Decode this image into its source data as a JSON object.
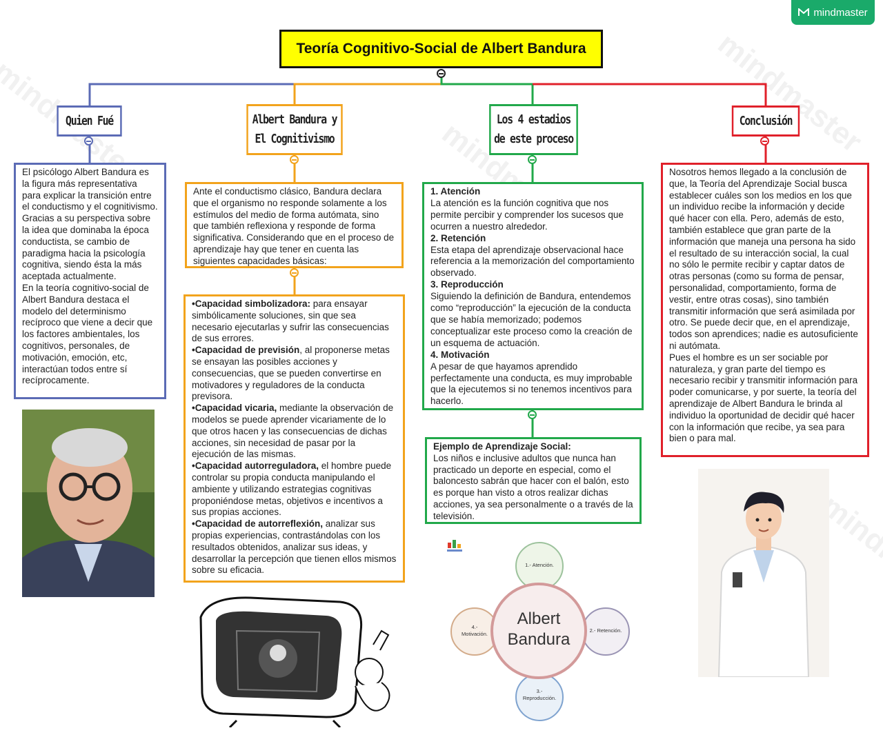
{
  "brand": {
    "label": "mindmaster",
    "watermark": "mindmaster"
  },
  "title": "Teoría Cognitivo-Social de Albert Bandura",
  "colors": {
    "blue": "#5b6bb5",
    "orange": "#f2a31c",
    "green": "#21a84a",
    "red": "#e0202a",
    "yellow": "#ffff00"
  },
  "branches": {
    "quien": {
      "title": "Quien Fué",
      "text": "El psicólogo Albert Bandura es la figura más representativa para explicar la transición entre el conductismo y el cognitivismo. Gracias a su perspectiva sobre la idea que dominaba la época conductista, se cambio de paradigma hacia la psicología cognitiva, siendo ésta la más aceptada actualmente.\nEn la teoría cognitivo-social de Albert Bandura destaca el modelo del determinismo recíproco que viene a decir que los factores ambientales, los cognitivos, personales, de motivación, emoción, etc, interactúan todos entre sí recíprocamente."
    },
    "cognitivismo": {
      "title": "Albert Bandura y\nEl Cognitivismo",
      "intro": "Ante el conductismo clásico, Bandura declara que el organismo no responde solamente a los estímulos del medio de forma autómata, sino que también reflexiona y responde de forma significativa. Considerando que en el proceso de aprendizaje hay que tener en cuenta las siguientes capacidades básicas:",
      "capacidades": [
        {
          "name": "•Capacidad simbolizadora:",
          "text": " para ensayar simbólicamente soluciones, sin que sea necesario ejecutarlas y sufrir las consecuencias de sus errores."
        },
        {
          "name": "•Capacidad de previsión",
          "text": ", al proponerse metas se  ensayan las posibles acciones y consecuencias, que se pueden convertirse en motivadores y reguladores de la conducta previsora."
        },
        {
          "name": "•Capacidad vicaria,",
          "text": " mediante la observación de modelos se puede aprender vicariamente de lo que otros hacen y las consecuencias de dichas acciones, sin necesidad de pasar por la ejecución de las mismas."
        },
        {
          "name": "•Capacidad autorreguladora,",
          "text": " el hombre puede controlar su propia conducta manipulando el ambiente y utilizando estrategias cognitivas proponiéndose metas, objetivos e incentivos a sus propias acciones."
        },
        {
          "name": "•Capacidad de autorreflexión,",
          "text": " analizar sus propias experiencias, contrastándolas con los resultados obtenidos, analizar sus ideas, y desarrollar la percepción que tienen ellos mismos sobre su eficacia."
        }
      ]
    },
    "estadios": {
      "title": "Los 4 estadios\nde este proceso",
      "items": [
        {
          "heading": "1. Atención",
          "text": "La atención es la función cognitiva que nos permite percibir y comprender los sucesos que ocurren a nuestro alrededor."
        },
        {
          "heading": "2. Retención",
          "text": "Esta etapa del aprendizaje observacional hace referencia a la memorización del comportamiento observado."
        },
        {
          "heading": "3. Reproducción",
          "text": "Siguiendo la definición de Bandura, entendemos como “reproducción” la ejecución de la conducta que se había memorizado; podemos conceptualizar este proceso como la creación de un esquema de actuación."
        },
        {
          "heading": "4. Motivación",
          "text": "A pesar de que hayamos aprendido perfectamente una conducta, es muy improbable que la ejecutemos si no tenemos incentivos para hacerlo."
        }
      ],
      "ejemplo": {
        "heading": "Ejemplo de Aprendizaje Social:",
        "text": "Los niños e inclusive adultos que nunca han practicado un deporte en especial, como el baloncesto sabrán que hacer con el balón, esto es porque han visto a otros realizar dichas acciones, ya sea personalmente o a través de la televisión."
      },
      "diagram": {
        "center": "Albert\nBandura",
        "stages": [
          "1.- Atención.",
          "2.- Retención.",
          "3.-\nReproducción.",
          "4.-\nMotivación."
        ]
      }
    },
    "conclusion": {
      "title": "Conclusión",
      "text": "Nosotros hemos llegado a la conclusión de que, la Teoría del Aprendizaje Social busca establecer cuáles son los medios en los que un individuo recibe la información y decide qué hacer con ella. Pero, además de esto, también establece que gran parte de la información que maneja una persona ha sido el resultado de su interacción social, la cual no sólo le permite recibir y captar datos de otras personas (como su forma de pensar, personalidad, comportamiento, forma de vestir, entre otras cosas), sino también transmitir información que será asimilada por otro. Se puede decir que, en el aprendizaje, todos son aprendices; nadie es autosuficiente ni autómata.\nPues el hombre es un ser sociable por naturaleza, y gran parte del tiempo es necesario recibir y transmitir información para poder comunicarse, y por suerte, la teoría del aprendizaje de Albert Bandura le brinda al individuo la oportunidad de decidir qué hacer con la información que recibe, ya sea para bien o para mal."
    }
  }
}
